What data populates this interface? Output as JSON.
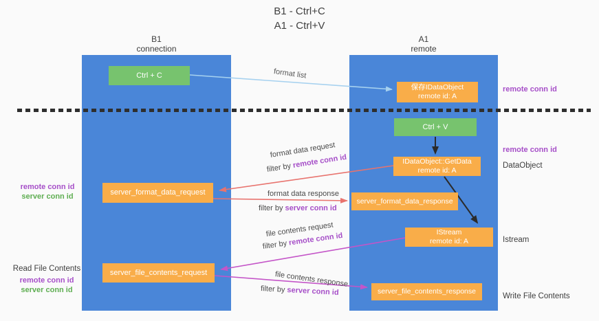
{
  "title": {
    "line1": "B1 - Ctrl+C",
    "line2": "A1 - Ctrl+V"
  },
  "lanes": {
    "left": {
      "name": "B1",
      "role": "connection"
    },
    "right": {
      "name": "A1",
      "role": "remote"
    }
  },
  "boxes": {
    "ctrl_c": {
      "label": "Ctrl + C"
    },
    "save_idataobject": {
      "line1": "保存IDataObject",
      "line2": "remote id: A"
    },
    "ctrl_v": {
      "label": "Ctrl + V"
    },
    "getdata": {
      "line1": "IDataObject::GetData",
      "line2": "remote id: A"
    },
    "format_request": {
      "label": "server_format_data_request"
    },
    "format_response": {
      "label": "server_format_data_response"
    },
    "istream": {
      "line1": "IStream",
      "line2": "remote id: A"
    },
    "file_request": {
      "label": "server_file_contents_request"
    },
    "file_response": {
      "label": "server_file_contents_response"
    }
  },
  "edge_labels": {
    "format_list": "format list",
    "format_data_request": "format data request",
    "format_data_response": "format data response",
    "file_contents_request": "file contents request",
    "file_contents_response": "file contents response",
    "filter_by": "filter by ",
    "remote_conn_id": "remote conn id",
    "server_conn_id": "server conn id"
  },
  "annotations": {
    "right": {
      "remote_conn_id_1": "remote conn id",
      "remote_conn_id_2": "remote conn id",
      "dataobject": "DataObject",
      "istream": "Istream",
      "write_file_contents": "Write File Contents"
    },
    "left": {
      "remote_conn_id_1": "remote conn id",
      "server_conn_id_1": "server conn id",
      "read_file_contents": "Read File Contents",
      "remote_conn_id_2": "remote conn id",
      "server_conn_id_2": "server conn id"
    }
  },
  "colors": {
    "bg": "#fafafa",
    "lane_blue": "#4a86d8",
    "box_green": "#77c36e",
    "box_orange": "#f9ad49",
    "arrow_lightblue": "#a6d1ef",
    "arrow_salmon": "#e8736e",
    "arrow_magenta": "#c455c8",
    "arrow_black": "#2b2b2b",
    "divider": "#2e2e2e",
    "text_purple": "#a64fc8",
    "text_green": "#5fae52"
  }
}
